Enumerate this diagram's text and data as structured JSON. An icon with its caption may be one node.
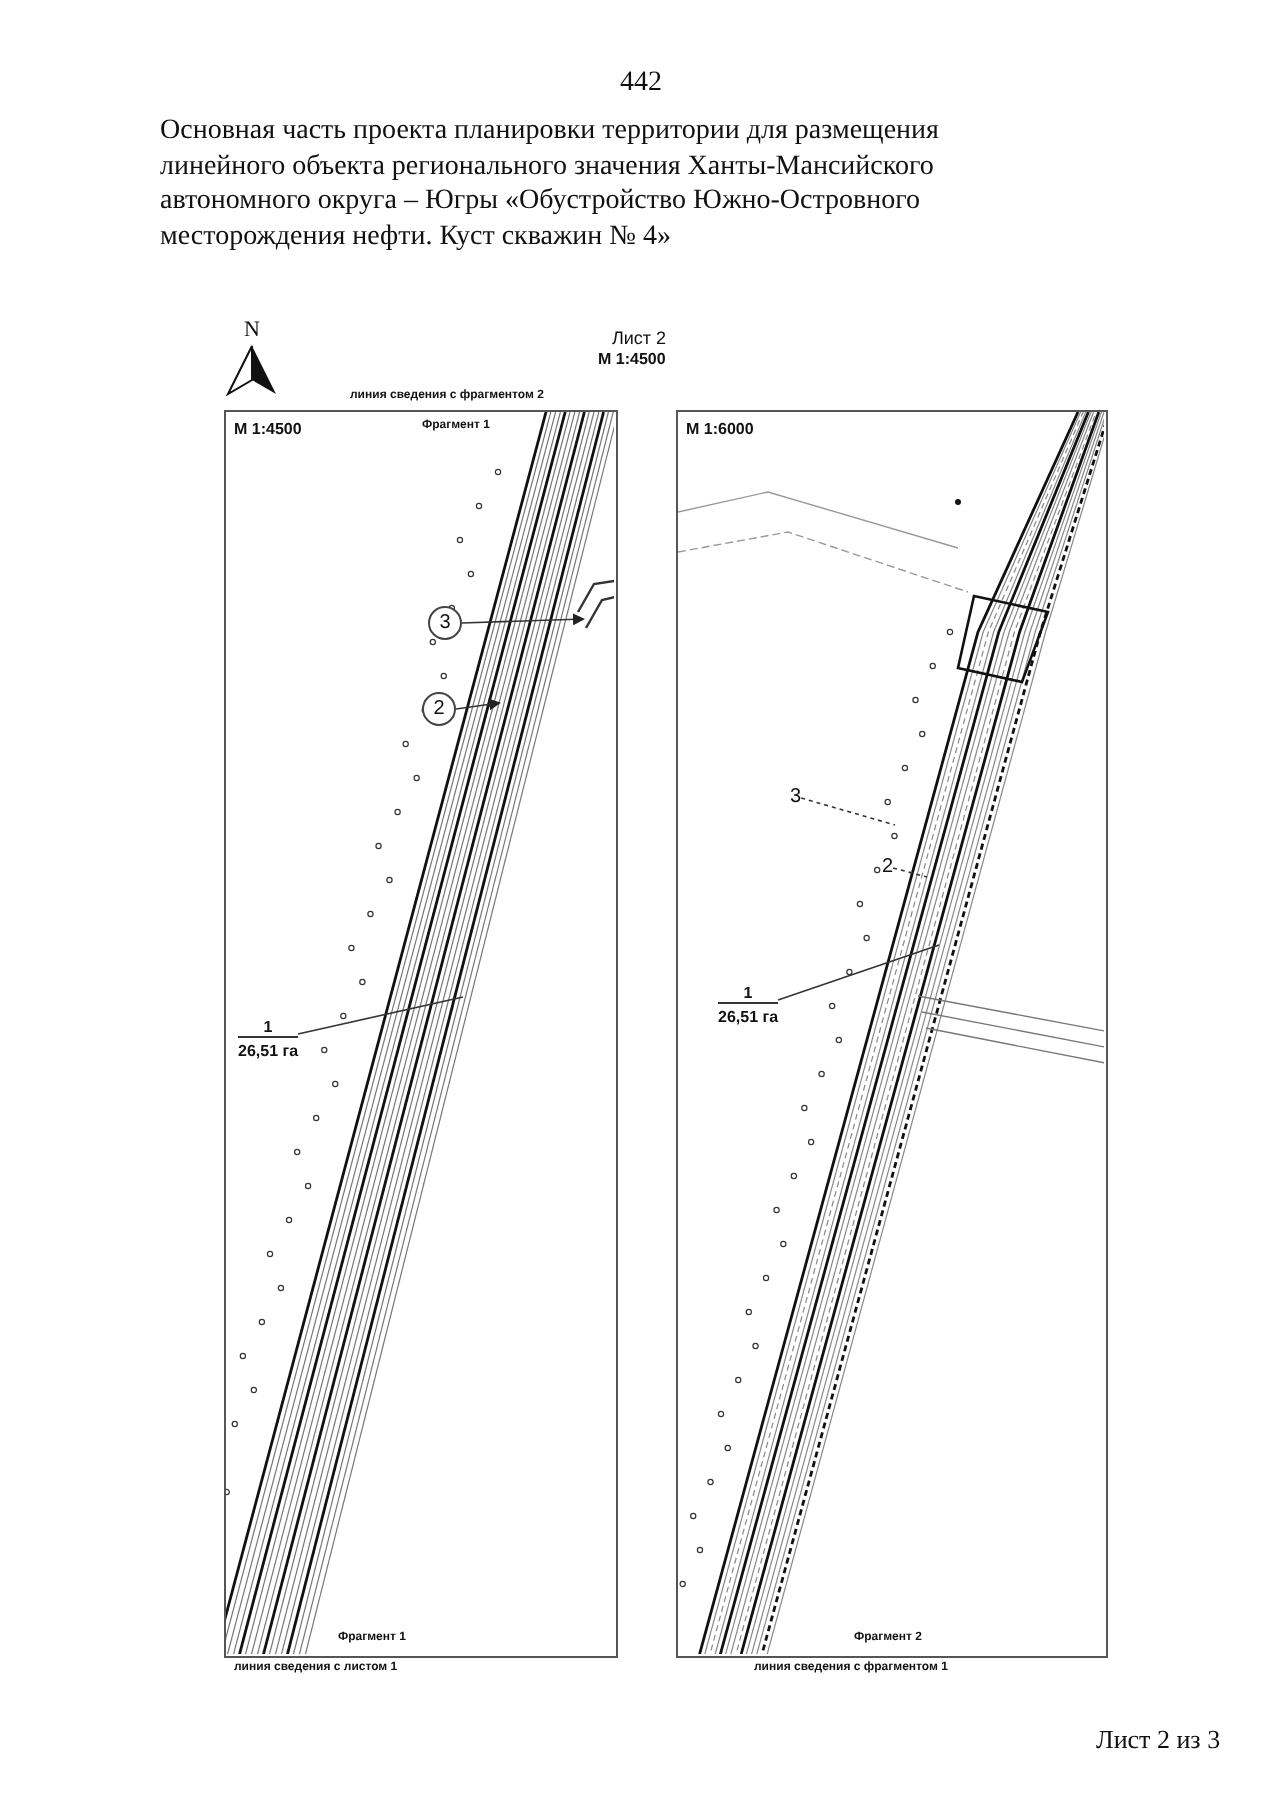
{
  "diagram": {
    "title": "Основная часть проекта планировки территории для размещения линейного объекта регионального значения Ханты-Мансийского автономного округа – Югры «Обустройство Южно-Островного месторождения нефти. Куст скважин № 4»",
    "nodes": [
      {
        "text": [
          "M 1:4500",
          "Фрагмент 1",
          "Фрагмент 1"
        ],
        "beside": [
          "линия сведения с фрагментом 2",
          "линия сведения с листом 1"
        ]
      },
      {
        "text": [
          "M 1:6000",
          "Фрагмент 2"
        ],
        "beside": [
          "линия сведения с фрагментом 1"
        ]
      },
      {
        "text": [
          "3"
        ],
        "in": 0
      },
      {
        "text": [
          "2"
        ],
        "in": 0
      },
      {
        "text": [
          "1",
          "26,51 га"
        ],
        "in": 0
      },
      {
        "text": [
          "3"
        ],
        "in": 1
      },
      {
        "text": [
          "2"
        ],
        "in": 1
      },
      {
        "text": [
          "1",
          "26,51 га"
        ],
        "in": 1
      }
    ],
    "edges": [
      {
        "from": 2,
        "to": null,
        "arrow": "to"
      },
      {
        "from": 3,
        "to": null,
        "arrow": "to"
      },
      {
        "from": 4,
        "to": null,
        "arrow": "none"
      },
      {
        "from": 5,
        "to": null,
        "arrow": "none",
        "style": "dashed"
      },
      {
        "from": 6,
        "to": null,
        "arrow": "none",
        "style": "dashed"
      },
      {
        "from": 7,
        "to": null,
        "arrow": "none"
      }
    ],
    "labels": [
      "442",
      "N",
      "Лист 2",
      "M 1:4500",
      "Лист 2 из 3"
    ]
  }
}
